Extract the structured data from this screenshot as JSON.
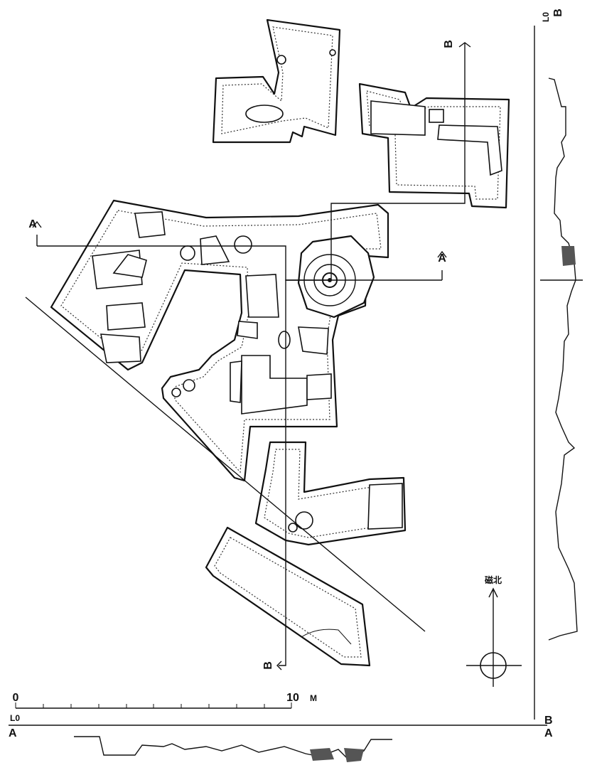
{
  "section_labels": {
    "a_left": "A",
    "a_right": "A",
    "b_top": "B",
    "b_bottom": "B",
    "a_profile_left": "A",
    "b_profile_top": "B",
    "corner_b": "B",
    "corner_a": "A"
  },
  "datum_levels": {
    "profile_a": "L0",
    "profile_b": "L0"
  },
  "scale_bar": {
    "start_label": "0",
    "end_label": "10",
    "unit": "M"
  },
  "north_arrow": {
    "label": "磁北"
  }
}
